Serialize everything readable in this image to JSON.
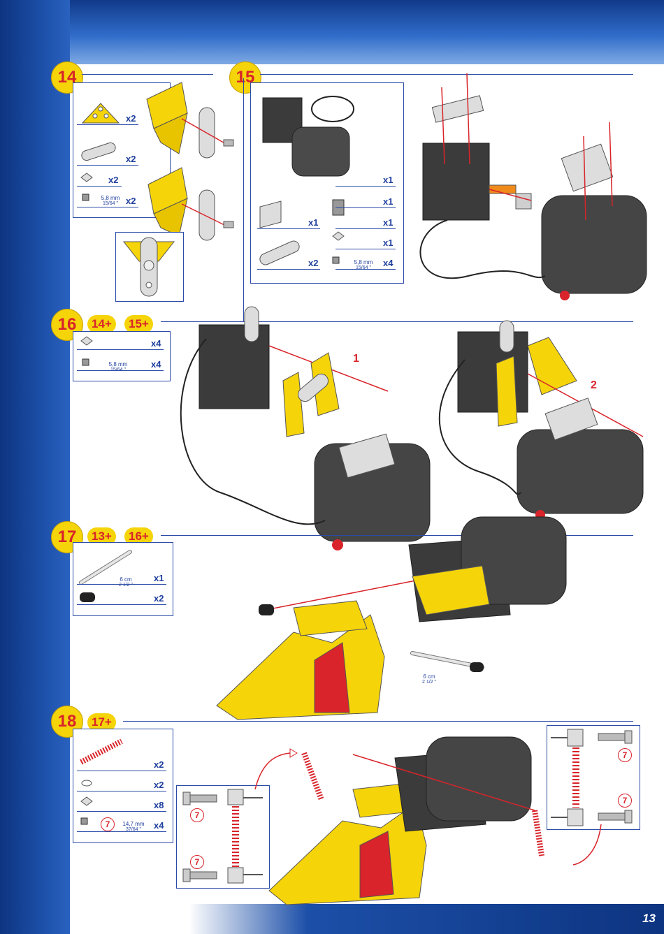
{
  "page_number": "13",
  "steps": {
    "s14": {
      "number": "14",
      "qty": [
        "x2",
        "x2",
        "x2",
        "x2"
      ],
      "dim_mm": "5,8 mm",
      "dim_in": "15/64 \""
    },
    "s15": {
      "number": "15",
      "qty": [
        "x1",
        "x1",
        "x1",
        "x1",
        "x1",
        "x2",
        "x1",
        "x4"
      ],
      "dim_mm": "5,8 mm",
      "dim_in": "15/64 \""
    },
    "s16": {
      "number": "16",
      "prereq": [
        "14+",
        "15+"
      ],
      "qty": [
        "x4",
        "x4"
      ],
      "dim_mm": "5,8 mm",
      "dim_in": "15/64 \"",
      "labels": [
        "1",
        "2"
      ]
    },
    "s17": {
      "number": "17",
      "prereq": [
        "13+",
        "16+"
      ],
      "qty": [
        "x1",
        "x2"
      ],
      "rod_cm": "6 cm",
      "rod_in": "2 1/2 \""
    },
    "s18": {
      "number": "18",
      "prereq": [
        "17+"
      ],
      "qty": [
        "x2",
        "x2",
        "x8",
        "x4"
      ],
      "dim_mm": "14,7 mm",
      "dim_in": "37/64 \"",
      "hole_mark": "7"
    }
  },
  "colors": {
    "blue": "#1c4fa8",
    "yellow": "#f5d40a",
    "red": "#d8242a",
    "line": "#2b4ba8"
  }
}
